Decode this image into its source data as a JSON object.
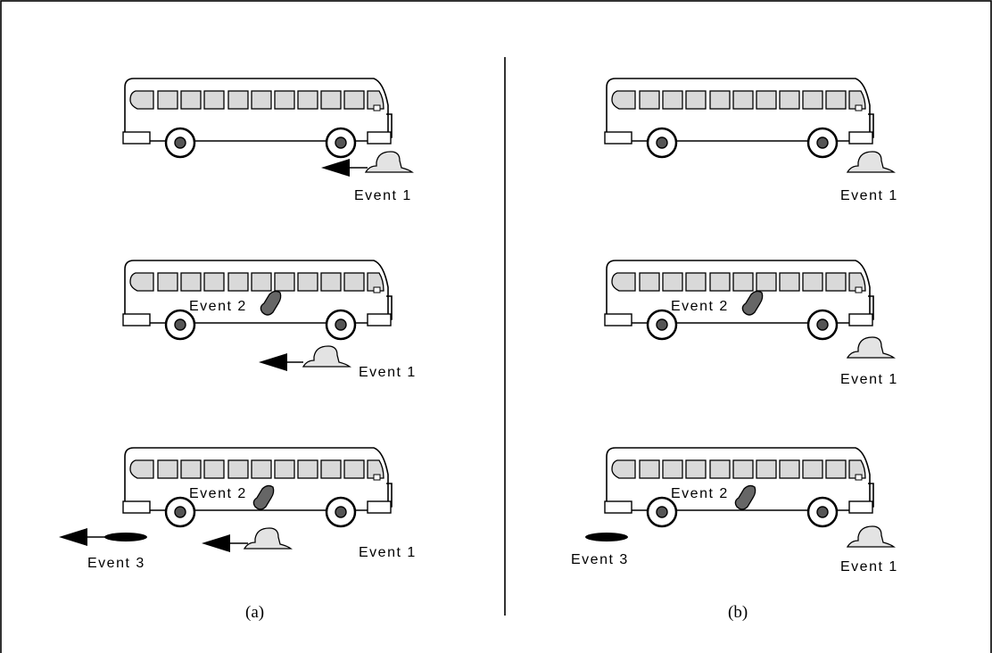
{
  "panels": [
    {
      "caption": "(a)",
      "scenes": [
        {
          "labels": [
            "Event 1"
          ]
        },
        {
          "labels": [
            "Event 2",
            "Event 1"
          ]
        },
        {
          "labels": [
            "Event 2",
            "Event 3",
            "Event 1"
          ]
        }
      ]
    },
    {
      "caption": "(b)",
      "scenes": [
        {
          "labels": [
            "Event 1"
          ]
        },
        {
          "labels": [
            "Event 2",
            "Event 1"
          ]
        },
        {
          "labels": [
            "Event 2",
            "Event 3",
            "Event 1"
          ]
        }
      ]
    }
  ],
  "colors": {
    "line": "#000000",
    "window_fill": "#d9d9d9",
    "hat_fill": "#e3e3e3",
    "rock_fill": "#666666",
    "disc_fill": "#000000"
  }
}
